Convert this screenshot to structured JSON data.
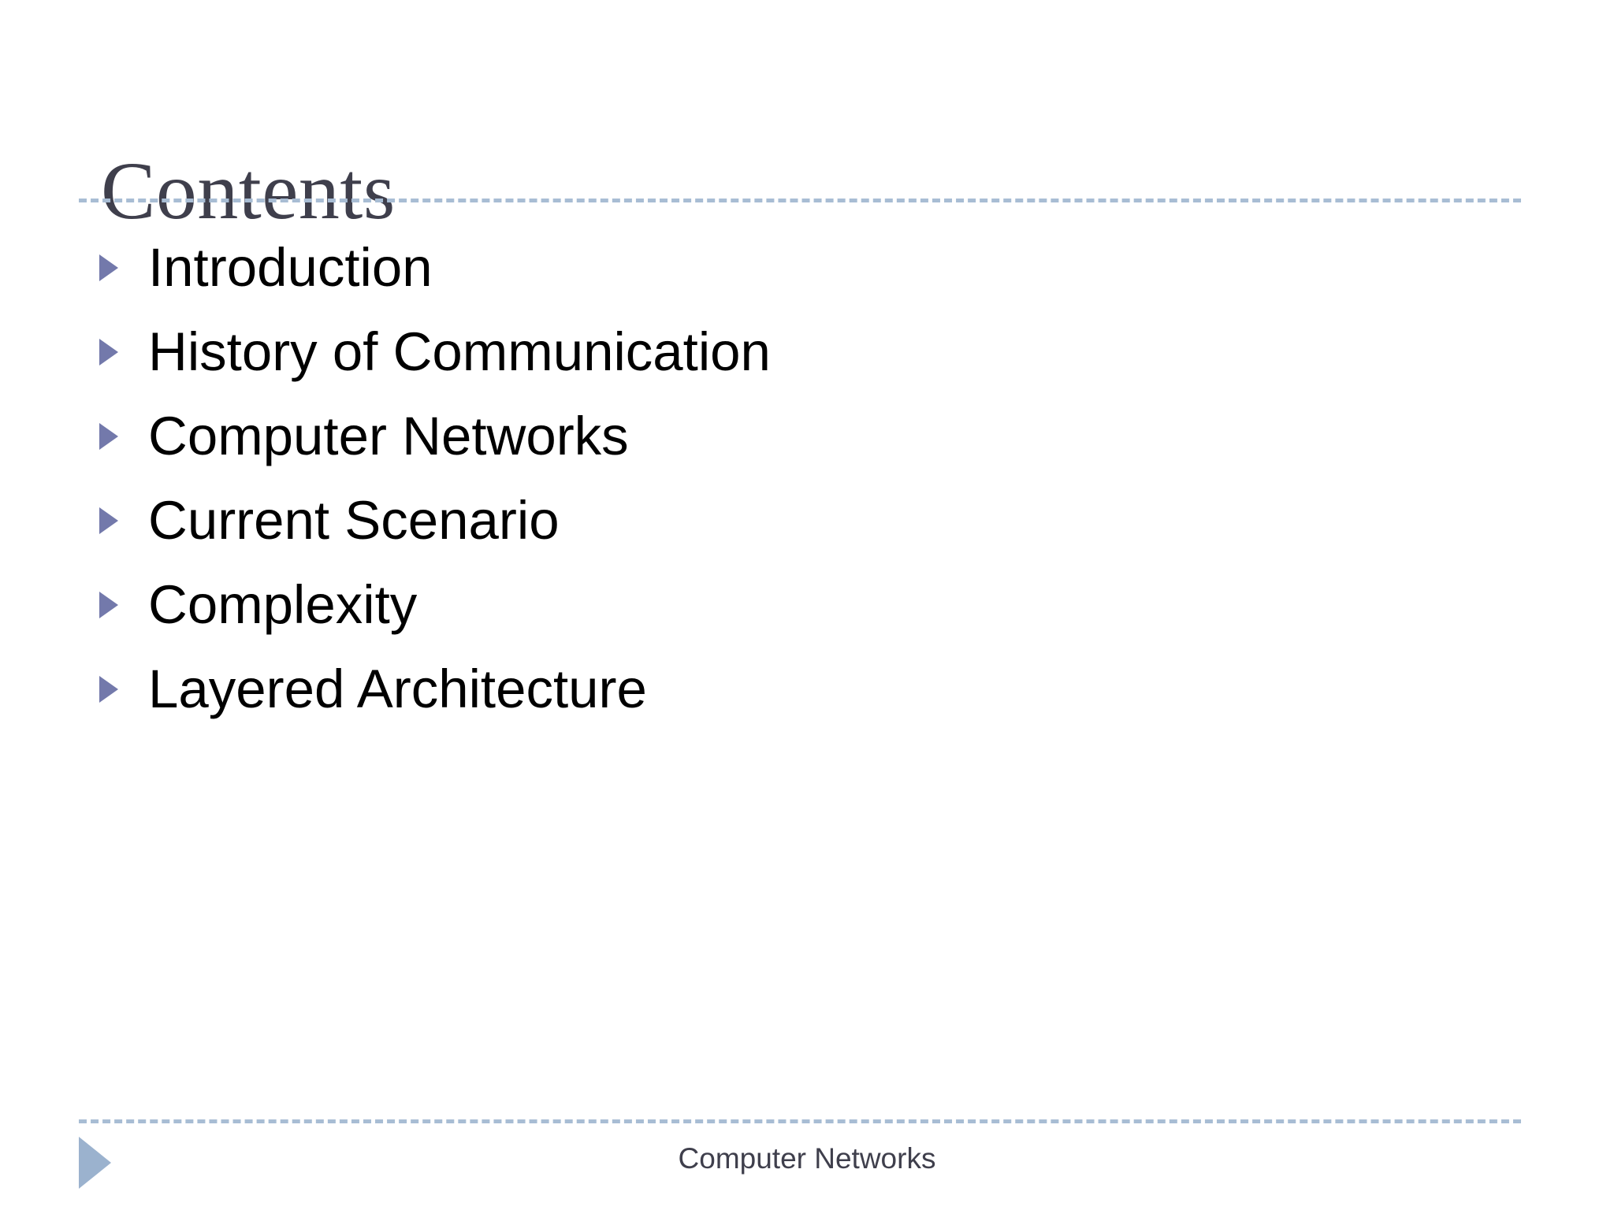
{
  "slide": {
    "title": "Contents",
    "title_color": "#3f3f4c",
    "background_color": "#ffffff",
    "rule_color": "#a8bdd4",
    "bullet_color": "#7379ab",
    "footer_marker_color": "#9bb2ce",
    "body_text_color": "#000000"
  },
  "content": {
    "items": [
      {
        "label": "Introduction",
        "bullet": "triangle-right-icon"
      },
      {
        "label": "History of Communication",
        "bullet": "triangle-right-icon"
      },
      {
        "label": "Computer Networks",
        "bullet": "triangle-right-icon"
      },
      {
        "label": "Current Scenario",
        "bullet": "triangle-right-icon"
      },
      {
        "label": "Complexity",
        "bullet": "triangle-right-icon"
      },
      {
        "label": "Layered Architecture",
        "bullet": "triangle-right-icon"
      }
    ]
  },
  "footer": {
    "text": "Computer Networks",
    "marker": "triangle-right-icon"
  }
}
